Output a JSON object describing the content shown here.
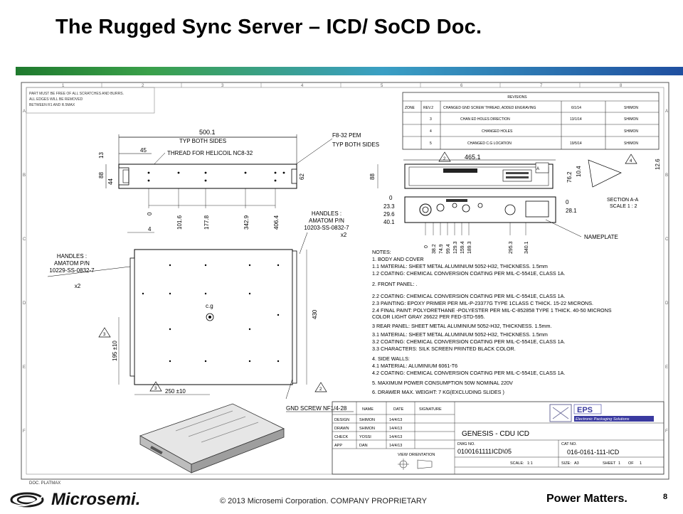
{
  "slide": {
    "title": "The Rugged Sync Server – ICD/ SoCD  Doc.",
    "accent_colors": [
      "#1f7a2e",
      "#3aa04a",
      "#3a9fc4",
      "#1f4fa0"
    ]
  },
  "drawing": {
    "top_note": [
      "PART MUST BE FREE OF ALL SCRATCHES AND BURRS.",
      "ALL EDGES WILL BE REMOVED",
      "BETWEEN R1 AND R.5MAX"
    ],
    "column_numbers": [
      "1",
      "2",
      "3",
      "4",
      "5",
      "6",
      "7",
      "8"
    ],
    "row_letters": [
      "A",
      "B",
      "C",
      "D",
      "E",
      "F"
    ],
    "revisions": {
      "header": "REVISIONS",
      "columns": [
        "ZONE",
        "REV.2",
        "CHANGED GND SCREW THREAD, ADDED ENGRAVING",
        "6/1/14",
        "SHIMON"
      ],
      "rows": [
        [
          "",
          "3",
          "CHAN ED HOLES DIRECTION",
          "13/1/14",
          "SHIMON"
        ],
        [
          "",
          "4",
          "CHANGED HOLES",
          "",
          "SHIMON"
        ],
        [
          "",
          "5",
          "CHANGED C.G LOCATION",
          "19/5/14",
          "SHIMON"
        ]
      ]
    },
    "top_view": {
      "length": "500.1",
      "typ_left": "TYP BOTH SIDES",
      "offset": "45",
      "thread": "THREAD FOR HELICOIL NC8-32",
      "pem": "F8-32 PEM",
      "typ_right": "TYP BOTH SIDES",
      "heights": [
        "13",
        "88",
        "44",
        "62"
      ],
      "x_dims": [
        "0",
        "101.6",
        "177.8",
        "342.9",
        "406.4"
      ]
    },
    "front_view": {
      "width": "465.1",
      "left_dims": [
        "88",
        "0",
        "23.3",
        "29.6",
        "40.1"
      ],
      "right_dims": [
        "76.2",
        "10.4",
        "12.6",
        "0",
        "28.1"
      ],
      "bottom_dims": [
        "0",
        "38.2",
        "74.9",
        "99.4",
        "129.3",
        "159.4",
        "189.3",
        "295.3",
        "340.1"
      ],
      "section_label": "A",
      "section_title": "SECTION A-A",
      "section_scale": "SCALE 1 : 2",
      "nameplate": "NAMEPLATE",
      "badge": "2",
      "badge_2": "4"
    },
    "plan_view": {
      "handles_right": [
        "HANDLES :",
        "AMATOM P/N",
        "10203-SS-0832-7",
        "x2"
      ],
      "handles_left": [
        "HANDLES :",
        "AMATOM P/N",
        "10229-SS-0832-7"
      ],
      "x2": "x2",
      "dim_4": "4",
      "cg": "c.g",
      "depth": "430",
      "badge_3": "3",
      "dim_195": "195 ±10",
      "dim_250": "250 ±10",
      "gnd": "GND SCREW NF1/4-28",
      "badge_2": "2"
    },
    "notes": [
      "NOTES:",
      "1.    BODY AND COVER",
      "1.1   MATERIAL: SHEET METAL ALUMINIUM 5052-H32, THICKNESS. 1.5mm",
      "1.2   COATING: CHEMICAL CONVERSION COATING PER MIL-C-5541E, CLASS 1A.",
      "2.    FRONT PANEL: .",
      "2.2   COATING:   CHEMICAL CONVERSION COATING PER MIL-C-5541E, CLASS 1A.",
      "2.3   PAINTING: EPOXY PRIMER PER MIL-P-23377G TYPE 1CLASS C THICK. 15-22 MICRONS.",
      "2.4   FINAL PAINT: POLYORETHANE -POLYESTER PER MIL-C-852858 TYPE 1 THICK. 40-50 MICRONS",
      "       COLOR LIGHT GRAY 26622 PER FED-STD-595.",
      "3    REAR PANEL: SHEET METAL ALUMINIUM 5052-H32, THICKNESS. 1.5mm.",
      "3.1   MATERIAL: SHEET METAL ALUMINIUM 5052-H32, THICKNESS. 1.5mm",
      "3.2   COATING:   CHEMICAL CONVERSION COATING PER MIL-C-5541E, CLASS 1A.",
      "3.3   CHARACTERS: SILK SCREEN PRINTED BLACK COLOR.",
      "4.    SIDE WALLS:",
      "4.1     MATERIAL:    ALUMINIUM 6061-T6",
      "4.2     COATING:   CHEMICAL CONVERSION COATING PER MIL-C-5541E, CLASS 1A.",
      "5.  MAXIMUM POWER CONSUMPTION 50W NOMINAL 220V",
      "6.  DRAWER MAX. WEIGHT: 7 KG(EXCLUDING SLIDES )"
    ],
    "title_block": {
      "col_name": "NAME",
      "col_date": "DATE",
      "col_signature": "SIGNATURE",
      "rows": [
        [
          "DESIGN",
          "SHIMON",
          "14/4/13"
        ],
        [
          "DRAWN",
          "SHIMON",
          "14/4/13"
        ],
        [
          "CHECK",
          "YOSSI",
          "14/4/13"
        ],
        [
          "APP",
          "DAN",
          "14/4/13"
        ]
      ],
      "view_orientation": "VIEW ORIENTATION",
      "company_logo": "EPS",
      "company_name": "Electronic Packaging Solutions",
      "drawing_title": "GENESIS - CDU ICD",
      "dwg_label": "DWG NO.",
      "dwg_no": "0100161111ICD\\05",
      "cat_label": "CAT NO.",
      "cat_no": "016-0161-111-ICD",
      "scale_label": "SCALE:",
      "scale_value": "1:1",
      "size_label": "SIZE:",
      "size_value": "A3",
      "sheet_label": "SHEET",
      "sheet_value": "1",
      "of_label": "OF",
      "of_value": "1"
    },
    "doc_label": "DOC. PLATMAX"
  },
  "footer": {
    "logo_text": "Microsemi.",
    "copyright": "© 2013 Microsemi Corporation. COMPANY PROPRIETARY",
    "tagline": "Power Matters.",
    "page_number": "8"
  }
}
